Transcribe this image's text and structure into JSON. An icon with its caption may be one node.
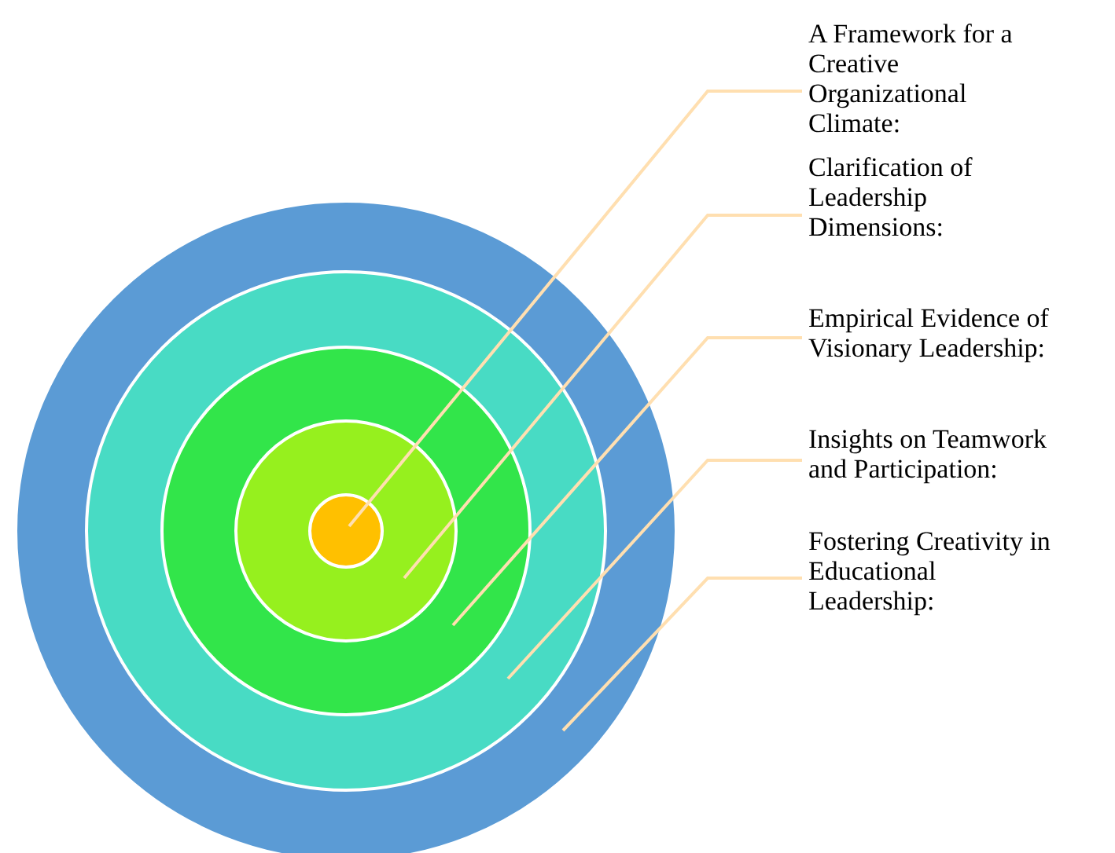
{
  "diagram": {
    "nodes": [
      {
        "text": [],
        "shape": "circle"
      },
      {
        "text": [],
        "shape": "circle",
        "in": 0
      },
      {
        "text": [],
        "shape": "circle",
        "in": 1
      },
      {
        "text": [],
        "shape": "circle",
        "in": 2
      },
      {
        "text": [],
        "shape": "circle",
        "in": 3
      },
      {
        "text": [
          "A Framework for a Creative Organizational Climate:"
        ]
      },
      {
        "text": [
          "Clarification of Leadership Dimensions:"
        ]
      },
      {
        "text": [
          "Empirical Evidence of Visionary Leadership:"
        ]
      },
      {
        "text": [
          "Insights on Teamwork and Participation:"
        ]
      },
      {
        "text": [
          "Fostering Creativity in Educational Leadership:"
        ]
      }
    ],
    "edges": [
      {
        "from": 5,
        "to": 4,
        "arrow": "none"
      },
      {
        "from": 6,
        "to": 3,
        "arrow": "none"
      },
      {
        "from": 7,
        "to": 2,
        "arrow": "none"
      },
      {
        "from": 8,
        "to": 1,
        "arrow": "none"
      },
      {
        "from": 9,
        "to": 0,
        "arrow": "none"
      }
    ]
  }
}
